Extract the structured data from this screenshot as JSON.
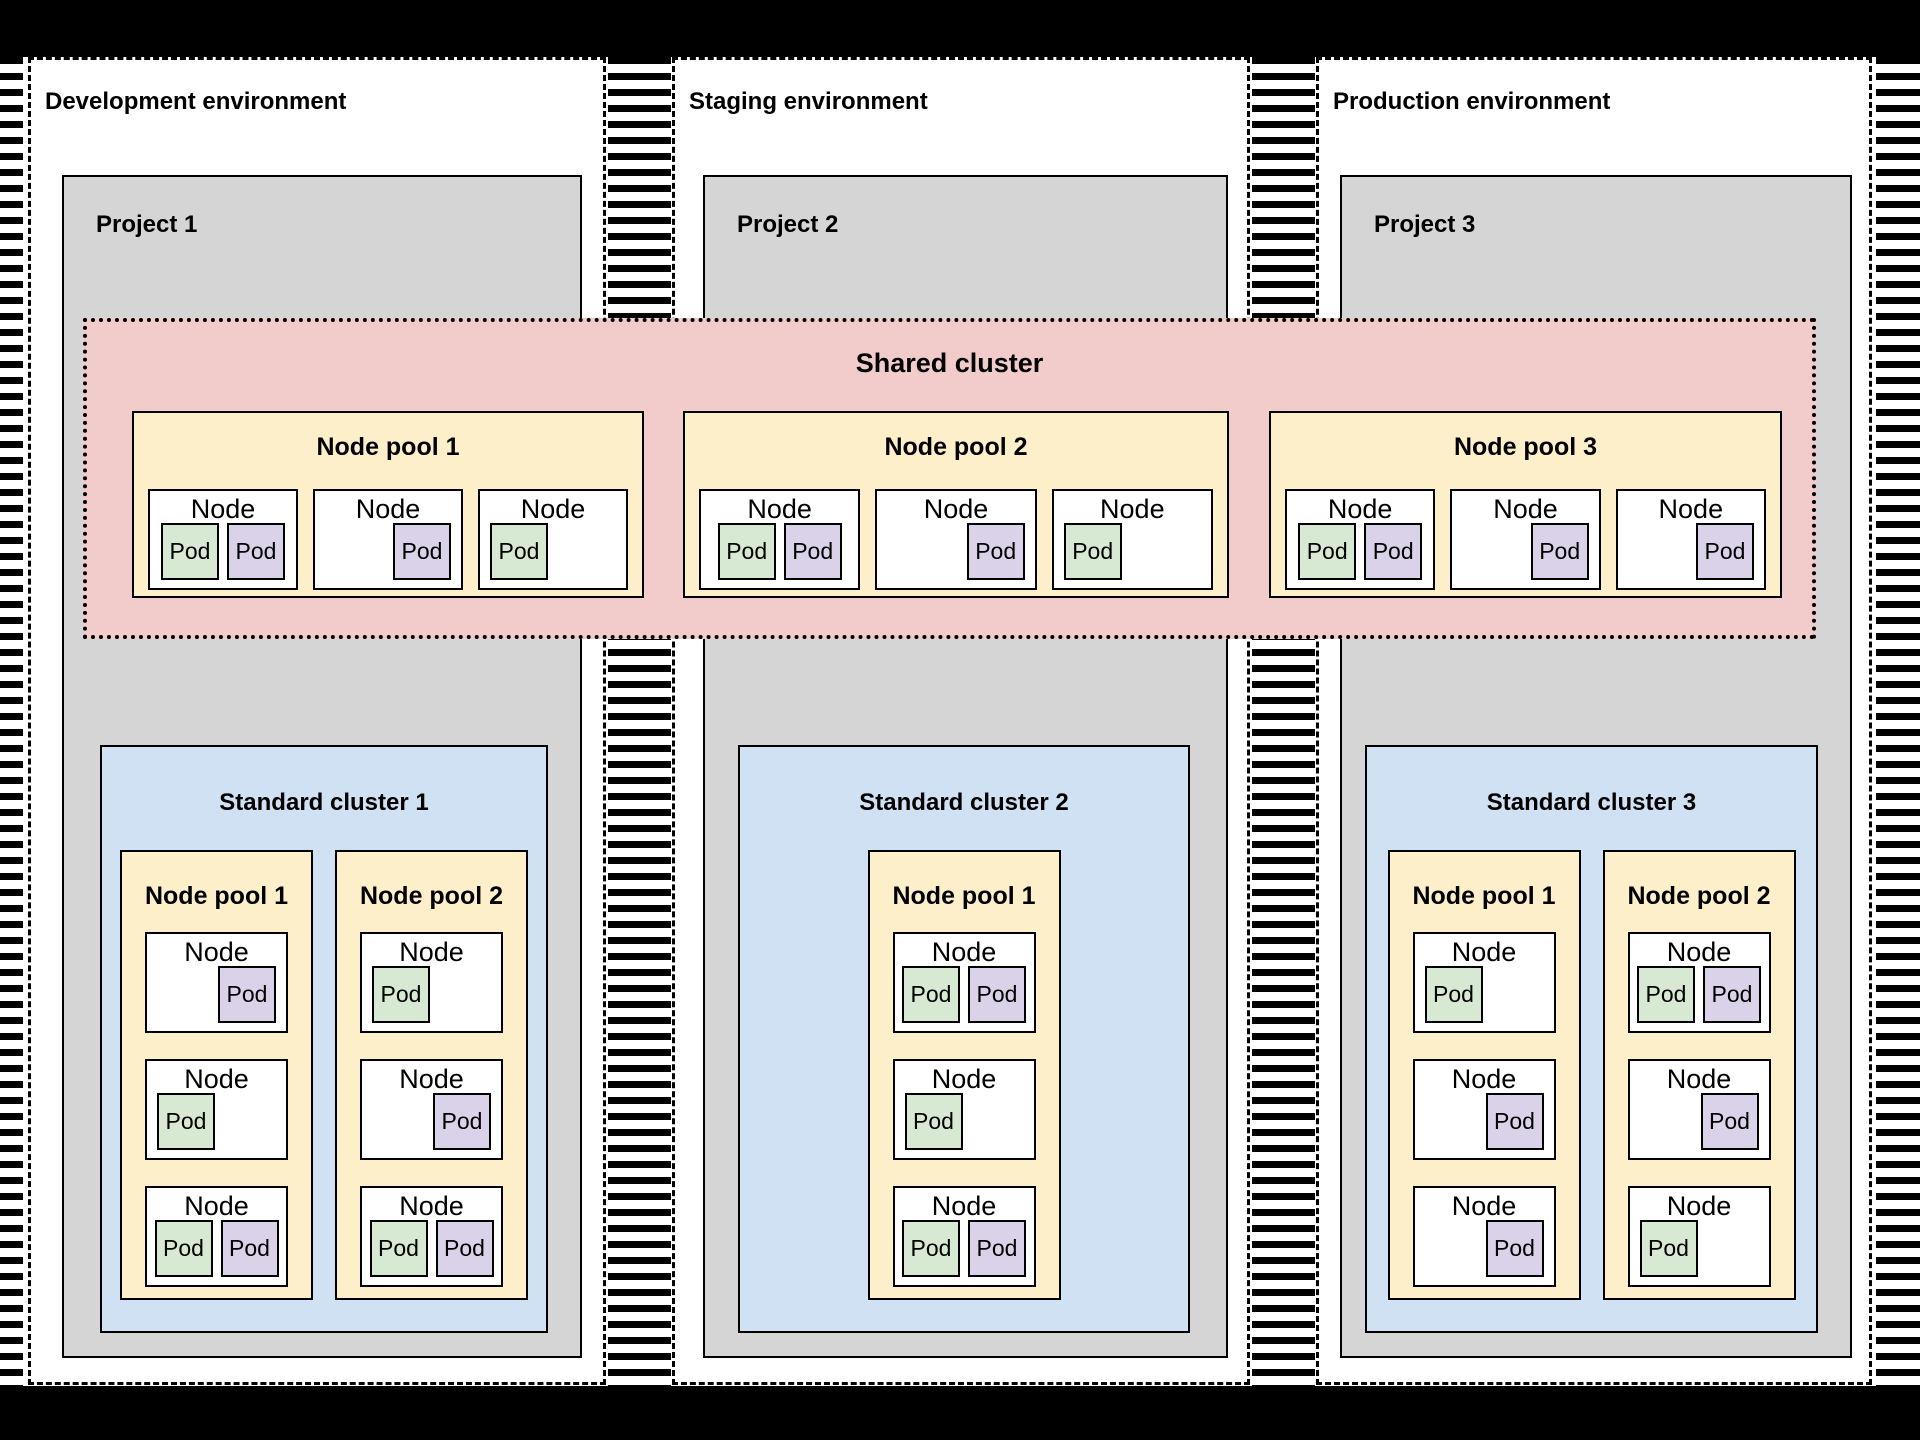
{
  "colors": {
    "frame": "#000000",
    "gray": "#d5d5d5",
    "pink": "#f2cbcb",
    "yellow": "#fcefc9",
    "blue": "#cfe1f3",
    "green": "#d8e9d3",
    "purple": "#d9d2e9"
  },
  "environments": [
    {
      "title": "Development environment",
      "project": {
        "title": "Project 1",
        "standard_cluster": {
          "title": "Standard cluster 1",
          "node_pools": [
            {
              "title": "Node pool 1",
              "nodes": [
                {
                  "label": "Node",
                  "align": "right",
                  "pods": [
                    {
                      "label": "Pod",
                      "color": "purple"
                    }
                  ]
                },
                {
                  "label": "Node",
                  "align": "left",
                  "pods": [
                    {
                      "label": "Pod",
                      "color": "green"
                    }
                  ]
                },
                {
                  "label": "Node",
                  "align": "center",
                  "pods": [
                    {
                      "label": "Pod",
                      "color": "green"
                    },
                    {
                      "label": "Pod",
                      "color": "purple"
                    }
                  ]
                }
              ]
            },
            {
              "title": "Node pool 2",
              "nodes": [
                {
                  "label": "Node",
                  "align": "left",
                  "pods": [
                    {
                      "label": "Pod",
                      "color": "green"
                    }
                  ]
                },
                {
                  "label": "Node",
                  "align": "right",
                  "pods": [
                    {
                      "label": "Pod",
                      "color": "purple"
                    }
                  ]
                },
                {
                  "label": "Node",
                  "align": "center",
                  "pods": [
                    {
                      "label": "Pod",
                      "color": "green"
                    },
                    {
                      "label": "Pod",
                      "color": "purple"
                    }
                  ]
                }
              ]
            }
          ]
        }
      }
    },
    {
      "title": "Staging environment",
      "project": {
        "title": "Project 2",
        "standard_cluster": {
          "title": "Standard cluster 2",
          "node_pools": [
            {
              "title": "Node pool 1",
              "nodes": [
                {
                  "label": "Node",
                  "align": "center",
                  "pods": [
                    {
                      "label": "Pod",
                      "color": "green"
                    },
                    {
                      "label": "Pod",
                      "color": "purple"
                    }
                  ]
                },
                {
                  "label": "Node",
                  "align": "left",
                  "pods": [
                    {
                      "label": "Pod",
                      "color": "green"
                    }
                  ]
                },
                {
                  "label": "Node",
                  "align": "center",
                  "pods": [
                    {
                      "label": "Pod",
                      "color": "green"
                    },
                    {
                      "label": "Pod",
                      "color": "purple"
                    }
                  ]
                }
              ]
            }
          ]
        }
      }
    },
    {
      "title": "Production environment",
      "project": {
        "title": "Project 3",
        "standard_cluster": {
          "title": "Standard cluster 3",
          "node_pools": [
            {
              "title": "Node pool 1",
              "nodes": [
                {
                  "label": "Node",
                  "align": "left",
                  "pods": [
                    {
                      "label": "Pod",
                      "color": "green"
                    }
                  ]
                },
                {
                  "label": "Node",
                  "align": "right",
                  "pods": [
                    {
                      "label": "Pod",
                      "color": "purple"
                    }
                  ]
                },
                {
                  "label": "Node",
                  "align": "right",
                  "pods": [
                    {
                      "label": "Pod",
                      "color": "purple"
                    }
                  ]
                }
              ]
            },
            {
              "title": "Node pool 2",
              "nodes": [
                {
                  "label": "Node",
                  "align": "center",
                  "pods": [
                    {
                      "label": "Pod",
                      "color": "green"
                    },
                    {
                      "label": "Pod",
                      "color": "purple"
                    }
                  ]
                },
                {
                  "label": "Node",
                  "align": "right",
                  "pods": [
                    {
                      "label": "Pod",
                      "color": "purple"
                    }
                  ]
                },
                {
                  "label": "Node",
                  "align": "left",
                  "pods": [
                    {
                      "label": "Pod",
                      "color": "green"
                    }
                  ]
                }
              ]
            }
          ]
        }
      }
    }
  ],
  "shared_cluster": {
    "title": "Shared cluster",
    "node_pools": [
      {
        "title": "Node pool 1",
        "nodes": [
          {
            "label": "Node",
            "align": "center",
            "pods": [
              {
                "label": "Pod",
                "color": "green"
              },
              {
                "label": "Pod",
                "color": "purple"
              }
            ]
          },
          {
            "label": "Node",
            "align": "right",
            "pods": [
              {
                "label": "Pod",
                "color": "purple"
              }
            ]
          },
          {
            "label": "Node",
            "align": "left",
            "pods": [
              {
                "label": "Pod",
                "color": "green"
              }
            ]
          }
        ]
      },
      {
        "title": "Node pool 2",
        "nodes": [
          {
            "label": "Node",
            "align": "center",
            "pods": [
              {
                "label": "Pod",
                "color": "green"
              },
              {
                "label": "Pod",
                "color": "purple"
              }
            ]
          },
          {
            "label": "Node",
            "align": "right",
            "pods": [
              {
                "label": "Pod",
                "color": "purple"
              }
            ]
          },
          {
            "label": "Node",
            "align": "left",
            "pods": [
              {
                "label": "Pod",
                "color": "green"
              }
            ]
          }
        ]
      },
      {
        "title": "Node pool 3",
        "nodes": [
          {
            "label": "Node",
            "align": "center",
            "pods": [
              {
                "label": "Pod",
                "color": "green"
              },
              {
                "label": "Pod",
                "color": "purple"
              }
            ]
          },
          {
            "label": "Node",
            "align": "right",
            "pods": [
              {
                "label": "Pod",
                "color": "purple"
              }
            ]
          },
          {
            "label": "Node",
            "align": "right",
            "pods": [
              {
                "label": "Pod",
                "color": "purple"
              }
            ]
          }
        ]
      }
    ]
  }
}
